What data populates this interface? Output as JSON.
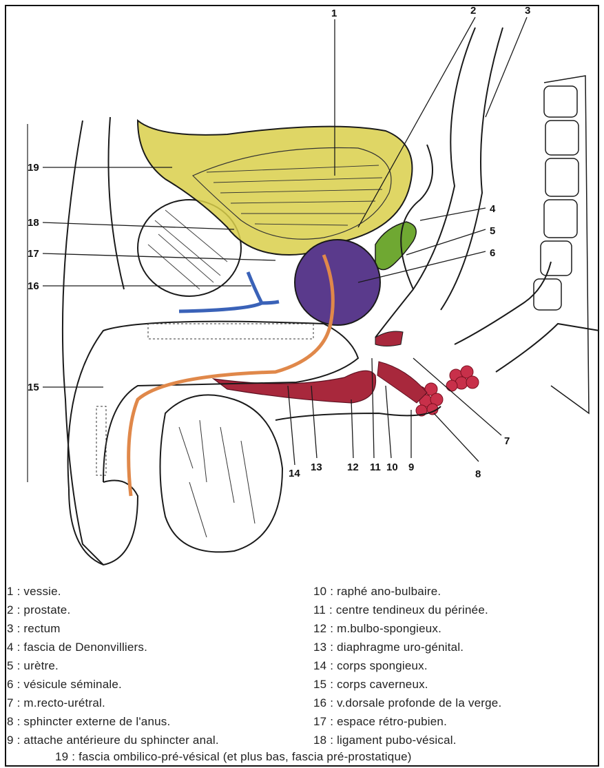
{
  "diagram": {
    "labels": [
      {
        "id": "1",
        "text": "1"
      },
      {
        "id": "2",
        "text": "2"
      },
      {
        "id": "3",
        "text": "3"
      },
      {
        "id": "4",
        "text": "4"
      },
      {
        "id": "5",
        "text": "5"
      },
      {
        "id": "6",
        "text": "6"
      },
      {
        "id": "7",
        "text": "7"
      },
      {
        "id": "8",
        "text": "8"
      },
      {
        "id": "9",
        "text": "9"
      },
      {
        "id": "10",
        "text": "10"
      },
      {
        "id": "11",
        "text": "11"
      },
      {
        "id": "12",
        "text": "12"
      },
      {
        "id": "13",
        "text": "13"
      },
      {
        "id": "14",
        "text": "14"
      },
      {
        "id": "15",
        "text": "15"
      },
      {
        "id": "16",
        "text": "16"
      },
      {
        "id": "17",
        "text": "17"
      },
      {
        "id": "18",
        "text": "18"
      },
      {
        "id": "19",
        "text": "19"
      }
    ],
    "colors": {
      "bladder": "#d9cf4a",
      "prostate": "#5a3a8c",
      "seminal_vesicle": "#6fa832",
      "urethra": "#e0884a",
      "muscle": "#a8283c",
      "vein": "#3a62b8",
      "sphincter": "#c8304a"
    }
  },
  "legend": {
    "left": [
      "1 : vessie.",
      "2 : prostate.",
      "3 : rectum",
      "4 : fascia de Denonvilliers.",
      "5 : urètre.",
      "6 : vésicule séminale.",
      "7 : m.recto-urétral.",
      "8 : sphincter externe de l'anus.",
      "9 : attache antérieure du sphincter anal."
    ],
    "right": [
      "10 : raphé ano-bulbaire.",
      "11 : centre tendineux du périnée.",
      "12 : m.bulbo-spongieux.",
      "13 : diaphragme uro-génital.",
      "14 : corps spongieux.",
      "15 : corps caverneux.",
      "16 : v.dorsale profonde de la verge.",
      "17 : espace rétro-pubien.",
      "18 : ligament pubo-vésical."
    ],
    "bottom": "19 : fascia ombilico-pré-vésical (et plus bas, fascia pré-prostatique)"
  }
}
